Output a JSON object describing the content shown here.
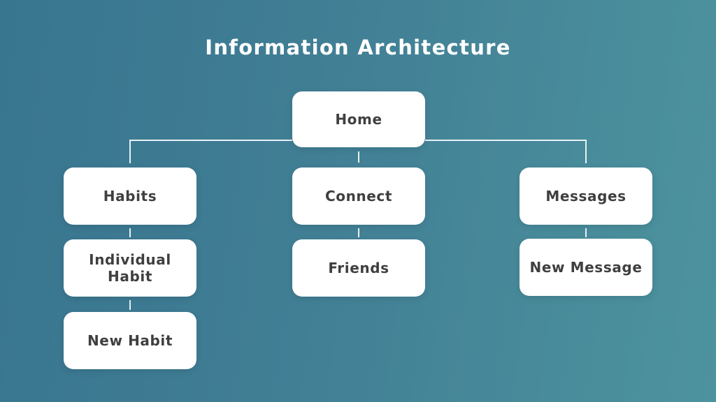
{
  "title": "Information Architecture",
  "diagram": {
    "type": "sitemap-tree",
    "root": "Home",
    "edges": [
      [
        "Home",
        "Habits"
      ],
      [
        "Home",
        "Connect"
      ],
      [
        "Home",
        "Messages"
      ],
      [
        "Habits",
        "Individual Habit"
      ],
      [
        "Individual Habit",
        "New Habit"
      ],
      [
        "Connect",
        "Friends"
      ],
      [
        "Messages",
        "New Message"
      ]
    ]
  },
  "nodes": [
    {
      "id": "home",
      "label": "Home"
    },
    {
      "id": "habits",
      "label": "Habits"
    },
    {
      "id": "connect",
      "label": "Connect"
    },
    {
      "id": "messages",
      "label": "Messages"
    },
    {
      "id": "individual-habit",
      "label": "Individual Habit"
    },
    {
      "id": "friends",
      "label": "Friends"
    },
    {
      "id": "new-message",
      "label": "New Message"
    },
    {
      "id": "new-habit",
      "label": "New Habit"
    }
  ],
  "colors": {
    "background_gradient_start": "#38758f",
    "background_gradient_end": "#4d939e",
    "node_background": "#ffffff",
    "node_text": "#3f3f3f",
    "title_text": "#ffffff",
    "connector_line": "#e9f1f3"
  }
}
